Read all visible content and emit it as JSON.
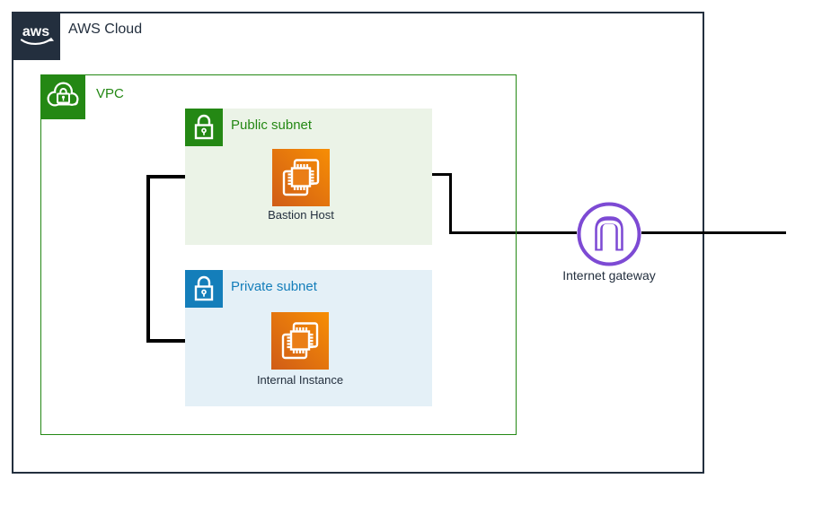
{
  "diagram": {
    "aws_cloud": {
      "label": "AWS Cloud",
      "logo_text": "aws"
    },
    "vpc": {
      "label": "VPC"
    },
    "public_subnet": {
      "label": "Public subnet"
    },
    "private_subnet": {
      "label": "Private subnet"
    },
    "bastion_host": {
      "label": "Bastion Host"
    },
    "internal_instance": {
      "label": "Internal Instance"
    },
    "internet_gateway": {
      "label": "Internet gateway"
    },
    "colors": {
      "aws_dark": "#232F3E",
      "vpc_green": "#248814",
      "public_subnet_bg": "#EBF3E7",
      "private_blue": "#147EBA",
      "private_subnet_bg": "#E4F0F7",
      "ec2_orange_light": "#F78E04",
      "ec2_orange_dark": "#D05C17",
      "gateway_purple": "#7D4AD4",
      "connector": "#000000"
    }
  }
}
